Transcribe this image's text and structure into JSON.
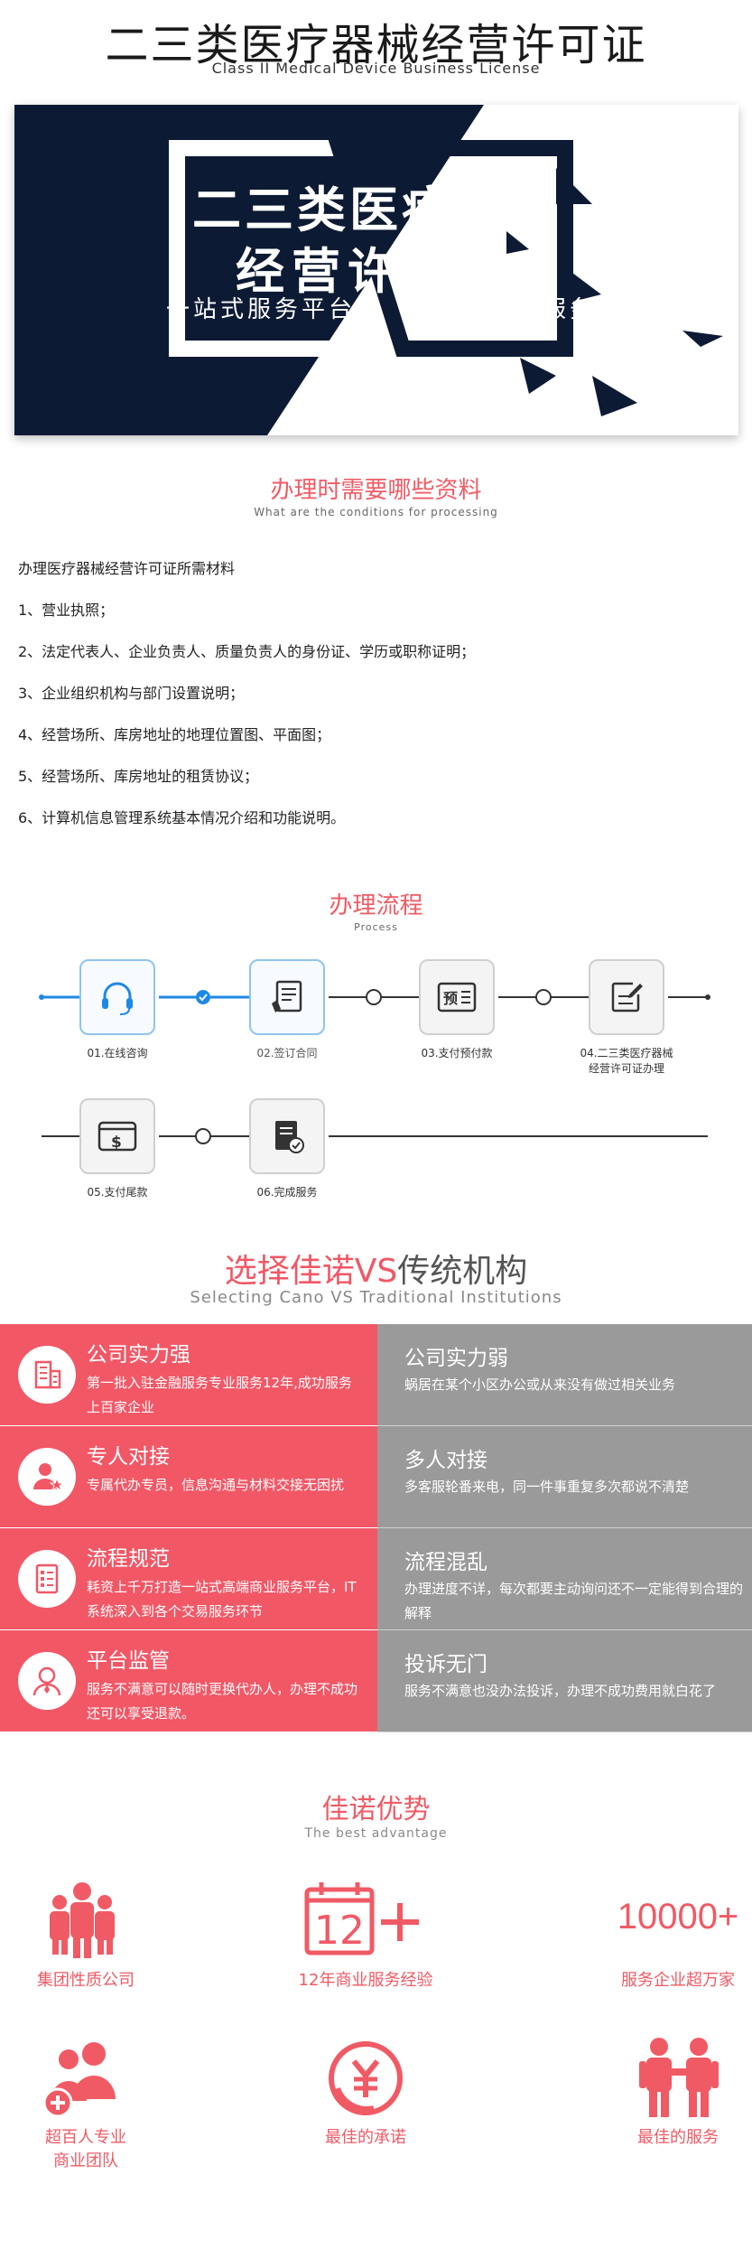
{
  "header": {
    "title": "二三类医疗器械经营许可证",
    "subtitle": "Class II Medical Device Business License"
  },
  "banner": {
    "line1": "二三类医疗器械",
    "line2": "经营许可证",
    "slogan_left": "一站式服务平台",
    "slogan_right": "专业办理服务",
    "colors": {
      "dark": "#0d1a33",
      "light": "#ffffff"
    }
  },
  "materials": {
    "section_title": "办理时需要哪些资料",
    "section_subtitle": "What are the conditions for processing",
    "heading": "办理医疗器械经营许可证所需材料",
    "items": [
      "1、营业执照；",
      "2、法定代表人、企业负责人、质量负责人的身份证、学历或职称证明；",
      "3、企业组织机构与部门设置说明；",
      "4、经营场所、库房地址的地理位置图、平面图；",
      "5、经营场所、库房地址的租赁协议；",
      "6、计算机信息管理系统基本情况介绍和功能说明。"
    ]
  },
  "process": {
    "section_title": "办理流程",
    "section_subtitle": "Process",
    "steps": [
      {
        "label": "01.在线咨询",
        "icon": "headset-icon"
      },
      {
        "label": "02.签订合同",
        "icon": "contract-sign-icon"
      },
      {
        "label": "03.支付预付款",
        "icon": "prepayment-icon"
      },
      {
        "label": "04.二三类医疗器械",
        "label2": "经营许可证办理",
        "icon": "document-edit-icon"
      },
      {
        "label": "05.支付尾款",
        "icon": "payment-dollar-icon"
      },
      {
        "label": "06.完成服务",
        "icon": "completed-document-icon"
      }
    ],
    "colors": {
      "active": "#1e88e5",
      "inactive": "#333333"
    }
  },
  "compare": {
    "title_highlight": "选择佳诺VS",
    "title_rest": "传统机构",
    "subtitle": "Selecting Cano VS Traditional Institutions",
    "rows": [
      {
        "left_title": "公司实力强",
        "left_desc": "第一批入驻金融服务专业服务12年,成功服务上百家企业",
        "right_title": "公司实力弱",
        "right_desc": "蜗居在某个小区办公或从来没有做过相关业务",
        "icon": "building-icon"
      },
      {
        "left_title": "专人对接",
        "left_desc": "专属代办专员，信息沟通与材料交接无困扰",
        "right_title": "多人对接",
        "right_desc": "多客服轮番来电，同一件事重复多次都说不清楚",
        "icon": "person-star-icon"
      },
      {
        "left_title": "流程规范",
        "left_desc": "耗资上千万打造一站式高端商业服务平台，IT系统深入到各个交易服务环节",
        "right_title": "流程混乱",
        "right_desc": "办理进度不详，每次都要主动询问还不一定能得到合理的解释",
        "icon": "checklist-icon"
      },
      {
        "left_title": "平台监管",
        "left_desc": "服务不满意可以随时更换代办人，办理不成功还可以享受退款。",
        "right_title": "投诉无门",
        "right_desc": "服务不满意也没办法投诉，办理不成功费用就白花了",
        "icon": "supervisor-icon"
      }
    ],
    "colors": {
      "left": "#f25766",
      "right": "#9a9a9a"
    }
  },
  "advantages": {
    "section_title": "佳诺优势",
    "section_subtitle": "The best advantage",
    "items": [
      {
        "label": "集团性质公司",
        "icon": "group-people-icon"
      },
      {
        "label": "12年商业服务经验",
        "icon": "calendar-12-plus-icon",
        "calendar_num": "12"
      },
      {
        "label": "服务企业超万家",
        "icon": "big-number-icon",
        "big_number": "10000+"
      },
      {
        "label": "超百人专业",
        "label2": "商业团队",
        "icon": "team-plus-icon"
      },
      {
        "label": "最佳的承诺",
        "icon": "yuan-coin-icon"
      },
      {
        "label": "最佳的服务",
        "icon": "handshake-people-icon"
      }
    ],
    "color": "#f05a64"
  }
}
